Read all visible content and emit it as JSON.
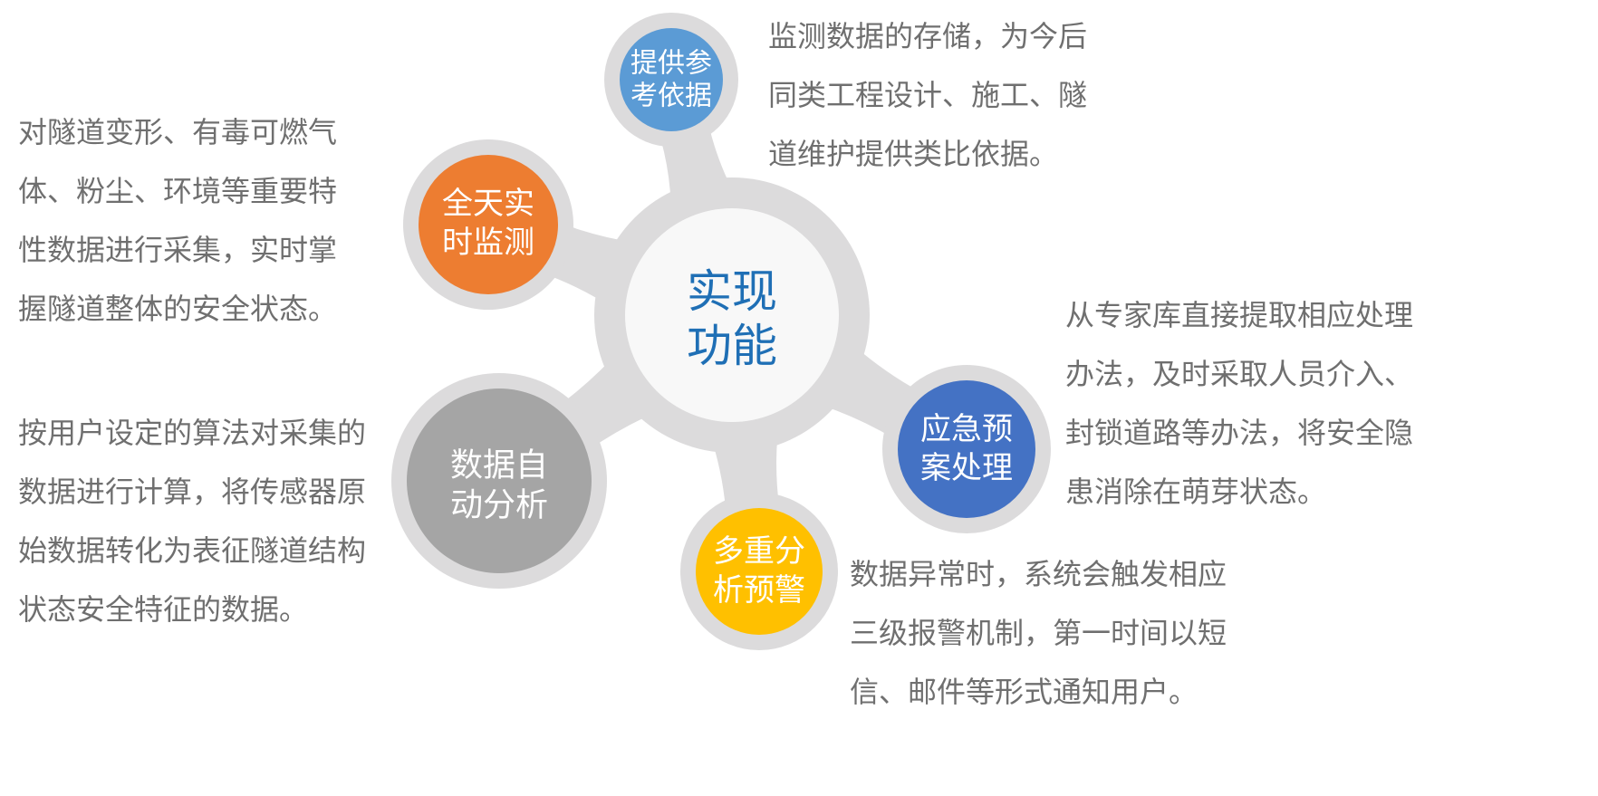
{
  "colors": {
    "connector": "#dcdbdc",
    "center_fill": "#f8f8f8",
    "center_text": "#1f6fb5",
    "description_text": "#6f6f6f"
  },
  "center": {
    "lines": [
      "实现",
      "功能"
    ]
  },
  "nodes": [
    {
      "id": "reference",
      "lines": [
        "提供参",
        "考依据"
      ],
      "color": "#5b9bd5"
    },
    {
      "id": "monitoring",
      "lines": [
        "全天实",
        "时监测"
      ],
      "color": "#ed7d31"
    },
    {
      "id": "analysis",
      "lines": [
        "数据自",
        "动分析"
      ],
      "color": "#a5a5a5"
    },
    {
      "id": "warning",
      "lines": [
        "多重分",
        "析预警"
      ],
      "color": "#ffc000"
    },
    {
      "id": "emergency",
      "lines": [
        "应急预",
        "案处理"
      ],
      "color": "#4472c4"
    }
  ],
  "descriptions": {
    "reference": [
      "监测数据的存储，为今后",
      "同类工程设计、施工、隧",
      "道维护提供类比依据。"
    ],
    "monitoring": [
      "对隧道变形、有毒可燃气",
      "体、粉尘、环境等重要特",
      "性数据进行采集，实时掌",
      "握隧道整体的安全状态。"
    ],
    "analysis": [
      "按用户设定的算法对采集的",
      "数据进行计算，将传感器原",
      "始数据转化为表征隧道结构",
      "状态安全特征的数据。"
    ],
    "emergency": [
      "从专家库直接提取相应处理",
      "办法，及时采取人员介入、",
      "封锁道路等办法，将安全隐",
      "患消除在萌芽状态。"
    ],
    "warning": [
      "数据异常时，系统会触发相应",
      "三级报警机制，第一时间以短",
      "信、邮件等形式通知用户。"
    ]
  }
}
